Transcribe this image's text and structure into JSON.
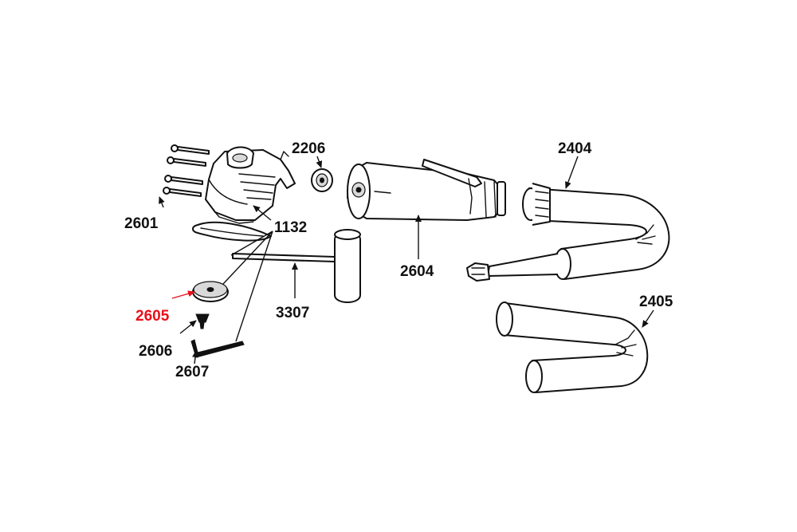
{
  "colors": {
    "ink": "#111111",
    "highlight": "#e8101a",
    "background": "#ffffff"
  },
  "labels": {
    "p2601": "2601",
    "p1132": "1132",
    "p2206": "2206",
    "p2604": "2604",
    "p2404": "2404",
    "p2405": "2405",
    "p2605": "2605",
    "p2606": "2606",
    "p2607": "2607",
    "p3307": "3307"
  },
  "highlighted_part": "2605"
}
